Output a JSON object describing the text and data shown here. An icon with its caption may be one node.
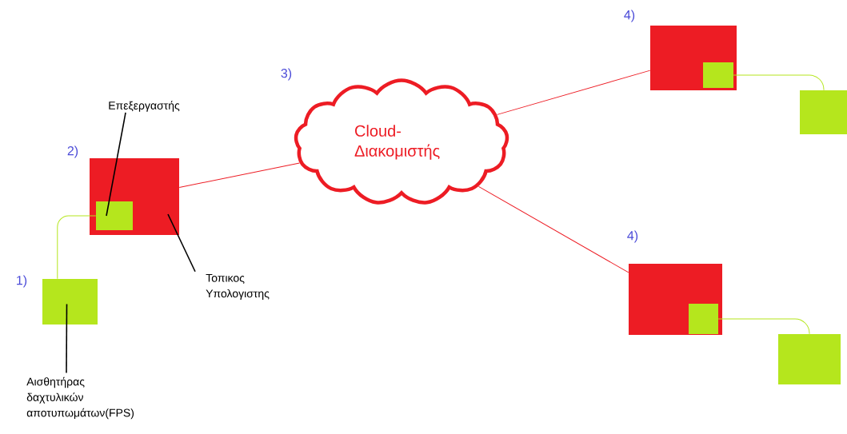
{
  "diagram": {
    "nodes": [
      {
        "text": [],
        "shape": "box",
        "beside": [
          "1)"
        ]
      },
      {
        "text": [],
        "shape": "box",
        "beside": [
          "2)"
        ]
      },
      {
        "text": [],
        "shape": "box",
        "in": 1
      },
      {
        "text": [
          "Επεξεργαστής"
        ]
      },
      {
        "text": [
          "Τοπικος Υπολογιστης"
        ]
      },
      {
        "text": [
          "Αισθητήρας δαχτυλικών αποτυπωμάτων(FPS)"
        ]
      },
      {
        "text": [
          "Cloud- Διακομιστής"
        ],
        "beside": [
          "3)"
        ]
      },
      {
        "text": [],
        "shape": "box",
        "beside": [
          "4)"
        ]
      },
      {
        "text": [],
        "shape": "box",
        "in": 7
      },
      {
        "text": [],
        "shape": "box"
      },
      {
        "text": [],
        "shape": "box",
        "beside": [
          "4)"
        ]
      },
      {
        "text": [],
        "shape": "box",
        "in": 10
      },
      {
        "text": [],
        "shape": "box"
      }
    ],
    "edges": [
      {
        "from": 0,
        "to": 2,
        "arrow": "none",
        "color": "#b5e61d"
      },
      {
        "from": 1,
        "to": 6,
        "arrow": "none",
        "color": "#ed1c24"
      },
      {
        "from": 6,
        "to": 7,
        "arrow": "none",
        "color": "#ed1c24"
      },
      {
        "from": 6,
        "to": 10,
        "arrow": "none",
        "color": "#ed1c24"
      },
      {
        "from": 8,
        "to": 9,
        "arrow": "none",
        "color": "#b5e61d"
      },
      {
        "from": 11,
        "to": 12,
        "arrow": "none",
        "color": "#b5e61d"
      },
      {
        "from": 3,
        "to": 2,
        "arrow": "none",
        "color": "#000000"
      },
      {
        "from": 4,
        "to": 1,
        "arrow": "none",
        "color": "#000000"
      },
      {
        "from": 5,
        "to": 0,
        "arrow": "none",
        "color": "#000000"
      }
    ]
  }
}
